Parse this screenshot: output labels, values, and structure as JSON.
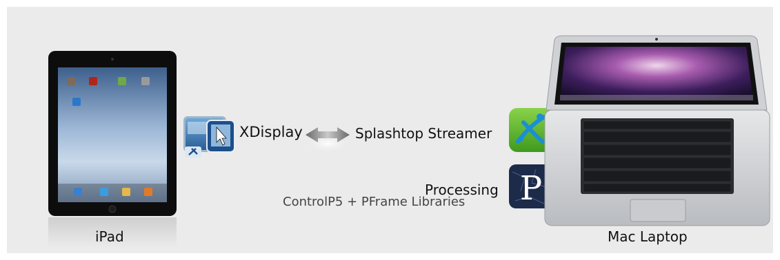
{
  "labels": {
    "xdisplay": "XDisplay",
    "splashtop": "Splashtop Streamer",
    "processing": "Processing",
    "libraries": "ControlP5 + PFrame Libraries",
    "ipad": "iPad",
    "mac": "Mac Laptop"
  },
  "processing_logo_letter": "P",
  "icons": [
    "xdisplay-app-icon",
    "splashtop-app-icon",
    "processing-app-icon",
    "ipad-device-icon",
    "mac-laptop-device-icon",
    "double-arrow-icon"
  ],
  "colors": {
    "background": "#ebebeb",
    "splashtop_green": "#5fb82d",
    "splashtop_blue": "#1a8fd6",
    "processing_navy": "#1d2b4a"
  }
}
